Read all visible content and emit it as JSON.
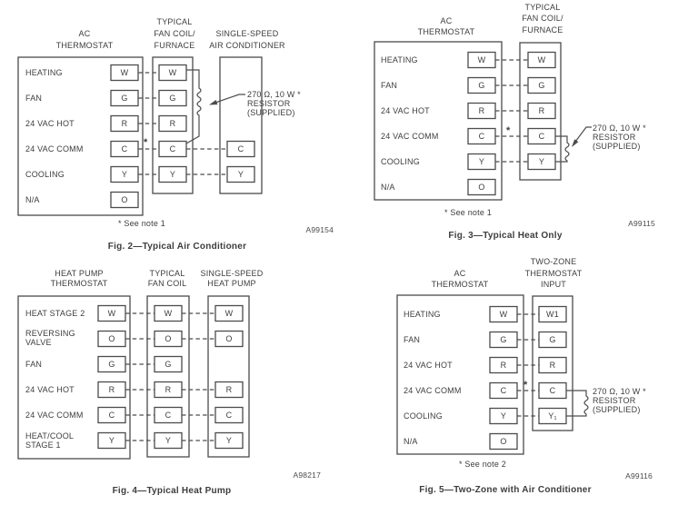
{
  "colors": {
    "line": "#4c4c4c",
    "text": "#3d3d3d",
    "background": "#ffffff"
  },
  "fig2": {
    "headers": {
      "thermostat": [
        "AC",
        "THERMOSTAT"
      ],
      "fan_coil": [
        "TYPICAL",
        "FAN COIL/",
        "FURNACE"
      ],
      "unit": [
        "SINGLE-SPEED",
        "AIR CONDITIONER"
      ]
    },
    "rows": [
      {
        "label": "HEATING",
        "t": "W"
      },
      {
        "label": "FAN",
        "t": "G"
      },
      {
        "label": "24 VAC HOT",
        "t": "R"
      },
      {
        "label": "24 VAC COMM",
        "t": "C"
      },
      {
        "label": "COOLING",
        "t": "Y"
      },
      {
        "label": "N/A",
        "t": "O"
      }
    ],
    "fan_coil": [
      "W",
      "G",
      "R",
      "C",
      "Y"
    ],
    "unit": [
      "C",
      "Y"
    ],
    "resistor": [
      "270 Ω, 10 W *",
      "RESISTOR",
      "(SUPPLIED)"
    ],
    "asterisk": "*",
    "note": "* See note 1",
    "code": "A99154",
    "caption": "Fig. 2—Typical Air Conditioner"
  },
  "fig3": {
    "headers": {
      "thermostat": [
        "AC",
        "THERMOSTAT"
      ],
      "fan_coil": [
        "TYPICAL",
        "FAN COIL/",
        "FURNACE"
      ]
    },
    "rows": [
      {
        "label": "HEATING",
        "t": "W"
      },
      {
        "label": "FAN",
        "t": "G"
      },
      {
        "label": "24 VAC HOT",
        "t": "R"
      },
      {
        "label": "24 VAC COMM",
        "t": "C"
      },
      {
        "label": "COOLING",
        "t": "Y"
      },
      {
        "label": "N/A",
        "t": "O"
      }
    ],
    "fan_coil": [
      "W",
      "G",
      "R",
      "C",
      "Y"
    ],
    "resistor": [
      "270 Ω, 10 W *",
      "RESISTOR",
      "(SUPPLIED)"
    ],
    "asterisk": "*",
    "note": "* See note 1",
    "code": "A99115",
    "caption": "Fig. 3—Typical Heat Only"
  },
  "fig4": {
    "headers": {
      "thermostat": [
        "HEAT PUMP",
        "THERMOSTAT"
      ],
      "fan_coil": [
        "TYPICAL",
        "FAN COIL"
      ],
      "unit": [
        "SINGLE-SPEED",
        "HEAT PUMP"
      ]
    },
    "rows": [
      {
        "label": "HEAT STAGE 2",
        "t": "W"
      },
      {
        "label": "REVERSING",
        "label2": "VALVE",
        "t": "O"
      },
      {
        "label": "FAN",
        "t": "G"
      },
      {
        "label": "24 VAC HOT",
        "t": "R"
      },
      {
        "label": "24 VAC COMM",
        "t": "C"
      },
      {
        "label": "HEAT/COOL",
        "label2": "STAGE 1",
        "t": "Y"
      }
    ],
    "fan_coil": [
      "W",
      "O",
      "G",
      "R",
      "C",
      "Y"
    ],
    "unit": [
      "W",
      "O",
      "R",
      "C",
      "Y"
    ],
    "code": "A98217",
    "caption": "Fig. 4—Typical Heat Pump"
  },
  "fig5": {
    "headers": {
      "thermostat": [
        "AC",
        "THERMOSTAT"
      ],
      "zone": [
        "TWO-ZONE",
        "THERMOSTAT",
        "INPUT"
      ]
    },
    "rows": [
      {
        "label": "HEATING",
        "t": "W"
      },
      {
        "label": "FAN",
        "t": "G"
      },
      {
        "label": "24 VAC HOT",
        "t": "R"
      },
      {
        "label": "24 VAC COMM",
        "t": "C"
      },
      {
        "label": "COOLING",
        "t": "Y"
      },
      {
        "label": "N/A",
        "t": "O"
      }
    ],
    "zone": [
      "W1",
      "G",
      "R",
      "C",
      "Y₁"
    ],
    "resistor": [
      "270 Ω, 10 W *",
      "RESISTOR",
      "(SUPPLIED)"
    ],
    "asterisk": "*",
    "note": "* See note 2",
    "code": "A99116",
    "caption": "Fig. 5—Two-Zone with Air Conditioner"
  }
}
